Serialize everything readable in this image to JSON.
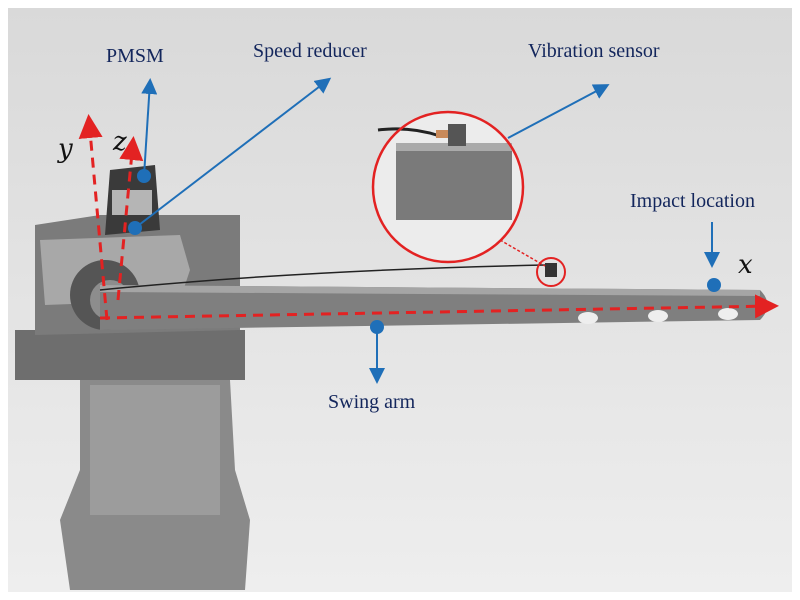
{
  "labels": {
    "pmsm": "PMSM",
    "speed_reducer": "Speed reducer",
    "vibration_sensor": "Vibration sensor",
    "impact_location": "Impact location",
    "swing_arm": "Swing arm"
  },
  "axes": {
    "x": "x",
    "y": "y",
    "z": "z"
  },
  "colors": {
    "annotation_blue": "#1f6fb8",
    "axis_red": "#e32222",
    "text_navy": "#13265c"
  }
}
